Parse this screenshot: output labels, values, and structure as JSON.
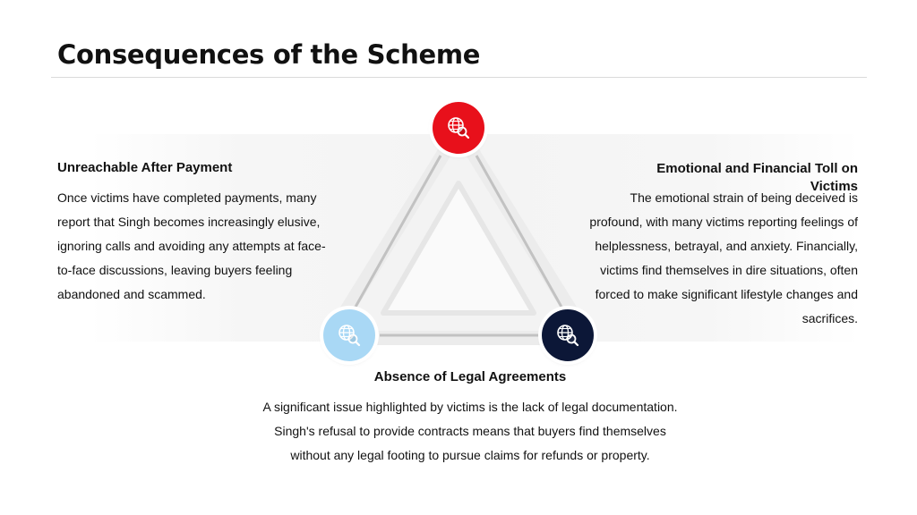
{
  "slide": {
    "title": "Consequences of the Scheme"
  },
  "diagram": {
    "nodes": [
      {
        "id": "top",
        "icon": "globe-search-icon",
        "color": "#e8101b"
      },
      {
        "id": "left",
        "icon": "globe-search-icon",
        "color": "#a9d8f5"
      },
      {
        "id": "right",
        "icon": "globe-search-icon",
        "color": "#0c1737"
      }
    ]
  },
  "blocks": {
    "left": {
      "title": "Unreachable After Payment",
      "text": "Once victims have completed payments, many report that Singh becomes increasingly elusive, ignoring calls and avoiding any attempts at face-to-face discussions, leaving buyers feeling abandoned and scammed."
    },
    "right": {
      "title": "Emotional and Financial Toll on Victims",
      "text": "The emotional strain of being deceived is profound, with many victims reporting feelings of helplessness, betrayal, and anxiety. Financially, victims find themselves in dire situations, often forced to make significant lifestyle changes and sacrifices."
    },
    "bottom": {
      "title": "Absence of Legal Agreements",
      "text": "A significant issue highlighted by victims is the lack of legal documentation. Singh's refusal to provide contracts means that buyers find themselves without any legal footing to pursue claims for refunds or property."
    }
  }
}
